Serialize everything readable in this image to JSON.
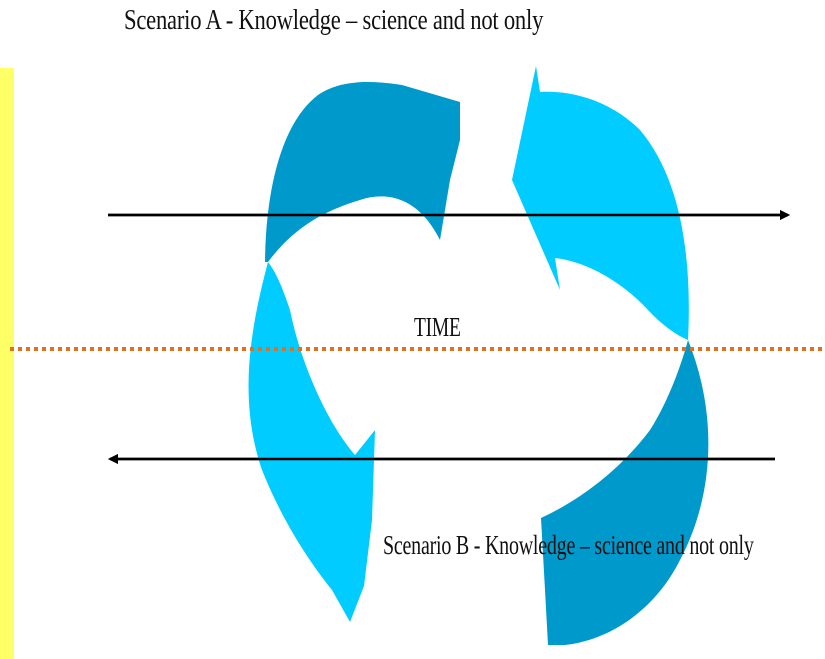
{
  "diagram": {
    "scenario_a_label": "Scenario A  - Knowledge – science and not only",
    "scenario_b_label": "Scenario B - Knowledge – science and not only",
    "time_label": "TIME"
  },
  "colors": {
    "side_bar": "#ffff66",
    "light_arrow": "#00ccff",
    "dark_arrow": "#0099cc",
    "timeline": "#e07020",
    "line": "#000000"
  }
}
